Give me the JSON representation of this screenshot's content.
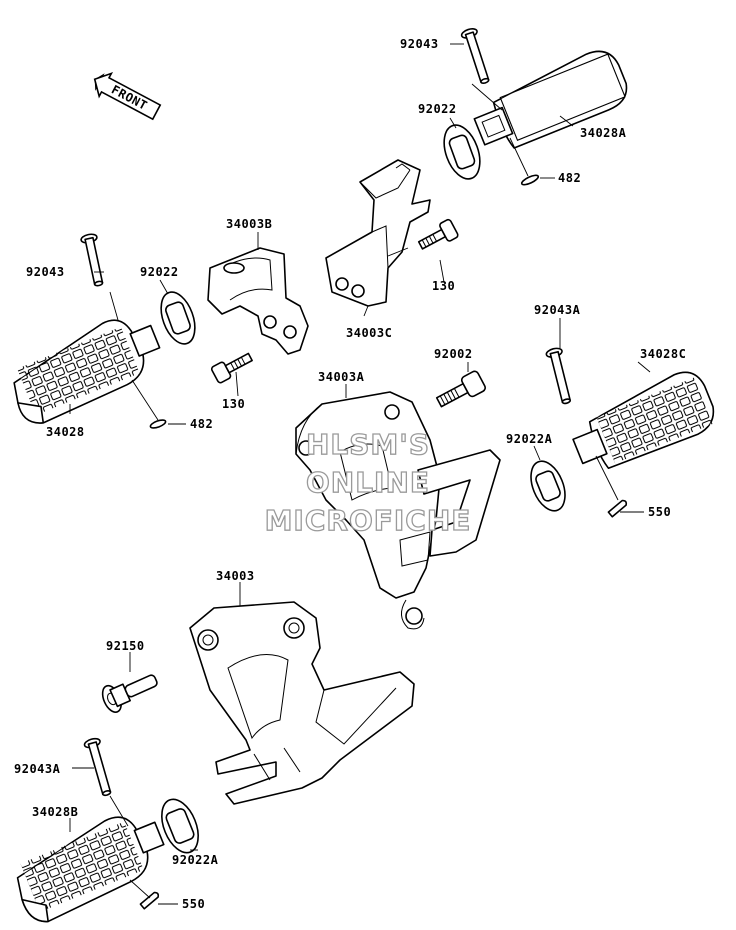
{
  "front_arrow": {
    "label": "FRONT"
  },
  "labels": {
    "p92043_top": "92043",
    "p92022_top": "92022",
    "p34028A": "34028A",
    "p482_top": "482",
    "p34003B": "34003B",
    "p92043_left": "92043",
    "p92022_left": "92022",
    "p130_right": "130",
    "p34003C": "34003C",
    "p130_left": "130",
    "p34028": "34028",
    "p482_left": "482",
    "p92043A_right": "92043A",
    "p34028C": "34028C",
    "p92002": "92002",
    "p34003A": "34003A",
    "p92022A_right": "92022A",
    "p550_right": "550",
    "p34003": "34003",
    "p92150": "92150",
    "p92043A_left": "92043A",
    "p34028B": "34028B",
    "p92022A_bottom": "92022A",
    "p550_bottom": "550"
  },
  "watermark": {
    "line1": "HLSM'S",
    "line2": "ONLINE",
    "line3": "MICROFICHE"
  }
}
